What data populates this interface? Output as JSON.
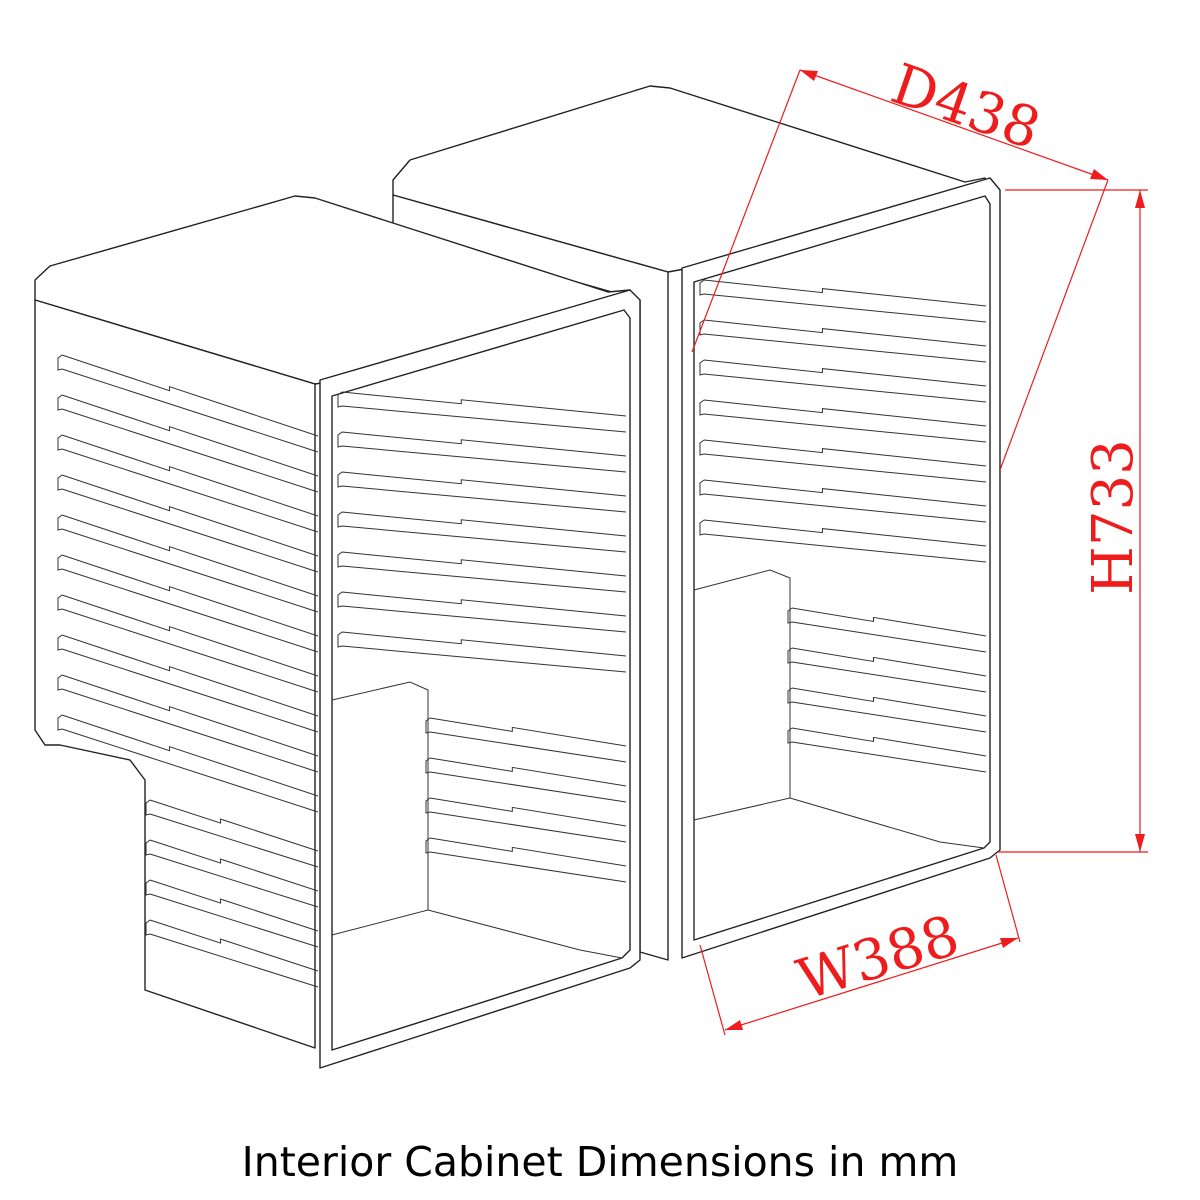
{
  "caption": "Interior Cabinet Dimensions in mm",
  "dimensions": {
    "depth": "D438",
    "height": "H733",
    "width": "W388"
  },
  "colors": {
    "dimension": "#ee1c1c",
    "outline": "#222222",
    "background": "#ffffff"
  }
}
